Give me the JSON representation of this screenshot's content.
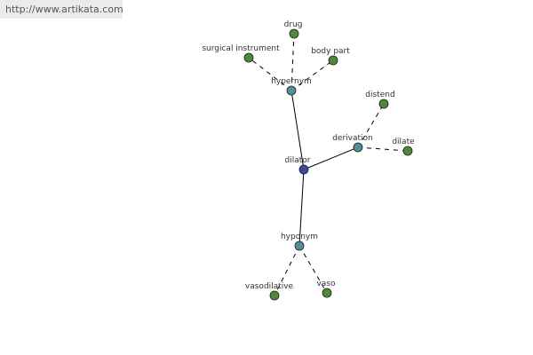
{
  "banner": {
    "url": "http://www.artikata.com"
  },
  "colors": {
    "word": "#3a4aa0",
    "relation": "#4f8f98",
    "leaf": "#4f8a3c",
    "solid_edge": "#000000",
    "dashed_edge": "#000000"
  },
  "graph": {
    "center": {
      "id": "dilator",
      "label": "dilator"
    },
    "relations": [
      {
        "id": "hypernym",
        "label": "hypernym",
        "terms": [
          {
            "id": "drug",
            "label": "drug"
          },
          {
            "id": "surgical-instrument",
            "label": "surgical instrument"
          },
          {
            "id": "body-part",
            "label": "body part"
          }
        ]
      },
      {
        "id": "derivation",
        "label": "derivation",
        "terms": [
          {
            "id": "distend",
            "label": "distend"
          },
          {
            "id": "dilate",
            "label": "dilate"
          }
        ]
      },
      {
        "id": "hyponym",
        "label": "hyponym",
        "terms": [
          {
            "id": "vasodilative",
            "label": "vasodilative"
          },
          {
            "id": "vaso",
            "label": "vaso"
          }
        ]
      }
    ]
  }
}
